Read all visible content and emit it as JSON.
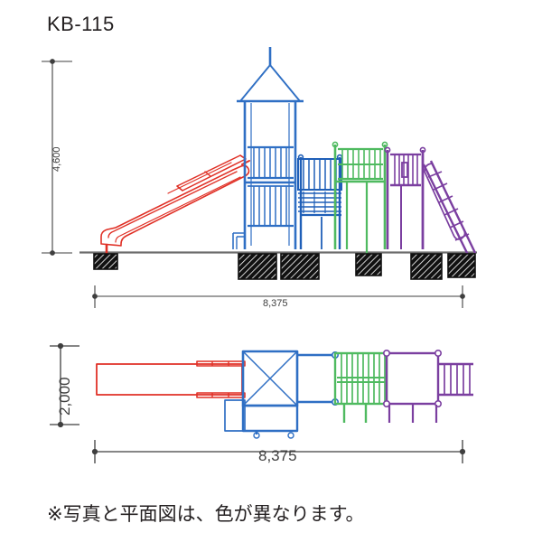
{
  "sheet": {
    "title": "KB-115",
    "note": "※写真と平面図は、色が異なります。"
  },
  "dimensions": {
    "elevation_height": "4,600",
    "elevation_width": "8,375",
    "plan_depth": "2,000",
    "plan_width": "8,375"
  },
  "colors": {
    "blue": "#2f6fc4",
    "blue_dark": "#1f5fb8",
    "red": "#e03127",
    "green": "#4fba60",
    "purple": "#7b3fa0",
    "ground": "#6d6d6d",
    "dim": "#3f3f3f",
    "text": "#231f20",
    "foundation": "#111111"
  },
  "elevation": {
    "label": "elevation-view",
    "components": [
      {
        "name": "slide-red",
        "color": "#e03127"
      },
      {
        "name": "tower-blue",
        "color": "#2f6fc4"
      },
      {
        "name": "climb-net-blue",
        "color": "#1f5fb8"
      },
      {
        "name": "deck-green",
        "color": "#4fba60"
      },
      {
        "name": "deck-purple",
        "color": "#7b3fa0"
      },
      {
        "name": "stair-purple",
        "color": "#7b3fa0"
      }
    ],
    "foundation_count": 6
  },
  "plan": {
    "label": "plan-view",
    "components": [
      {
        "name": "slide-red",
        "color": "#e03127"
      },
      {
        "name": "tower-blue",
        "color": "#2f6fc4"
      },
      {
        "name": "panel-green",
        "color": "#4fba60"
      },
      {
        "name": "deck-purple",
        "color": "#7b3fa0"
      },
      {
        "name": "ladder-purple",
        "color": "#7b3fa0"
      }
    ]
  }
}
